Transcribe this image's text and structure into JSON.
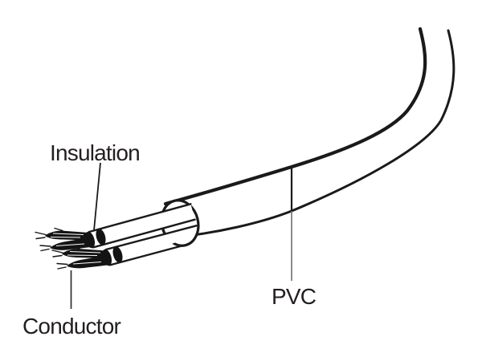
{
  "diagram": {
    "subject": "power-cable-construction-cutaway",
    "background_color": "#ffffff",
    "line_color": "#1a1a1a",
    "text_color": "#231f20",
    "leader_gray_color": "#6e6e6e",
    "conductor_fill_color": "#141414",
    "jacket_fill_color": "#ffffff",
    "labels": {
      "insulation": "Insulation",
      "conductor": "Conductor",
      "pvc": "PVC"
    }
  }
}
